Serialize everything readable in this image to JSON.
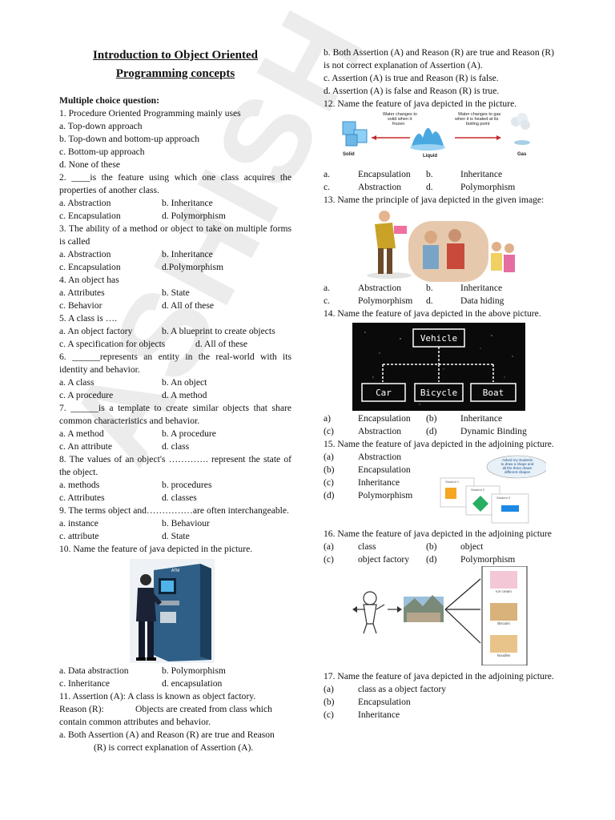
{
  "watermark": "ASHISH",
  "title": [
    "Introduction to Object Oriented",
    "Programming concepts"
  ],
  "section": "Multiple choice question:",
  "q1": {
    "text": "1. Procedure Oriented Programming mainly uses",
    "opts": [
      "a. Top-down approach",
      "b. Top-down and bottom-up approach",
      "c. Bottom-up approach",
      "d.  None of these"
    ]
  },
  "q2": {
    "text": "2. ____is the feature using which one class acquires the properties of another class.",
    "opts": [
      "a. Abstraction",
      "b. Inheritance",
      "c. Encapsulation",
      "d. Polymorphism"
    ]
  },
  "q3": {
    "text": "3. The ability of a method or object to take on multiple forms is called",
    "opts": [
      "a. Abstraction",
      "b. Inheritance",
      "c. Encapsulation",
      "d.Polymorphism"
    ]
  },
  "q4": {
    "text": "4. An object has",
    "opts": [
      "a. Attributes",
      "b.  State",
      "c. Behavior",
      "d. All of these"
    ]
  },
  "q5": {
    "text": "5. A class is ….",
    "opts": [
      "a. An object factory",
      "b.  A blueprint to create objects",
      "c. A specification for objects",
      "d. All of these"
    ]
  },
  "q6": {
    "text": "6. ______represents an entity in the real-world with its identity and behavior.",
    "opts": [
      "a. A class",
      "b. An object",
      "c. A procedure",
      "d. A method"
    ]
  },
  "q7": {
    "text": "7.         ______is a template to create similar objects that share common characteristics and behavior.",
    "opts": [
      "a. A method",
      "b.  A procedure",
      "c. An attribute",
      "d. class"
    ]
  },
  "q8": {
    "text": "8. The values of an object's …………. represent the state of the object.",
    "opts": [
      "a. methods",
      "b.  procedures",
      "c. Attributes",
      "d. classes"
    ]
  },
  "q9": {
    "text": "9. The terms object and……………are often interchangeable.",
    "opts": [
      "a. instance",
      "b.  Behaviour",
      "c. attribute",
      "d. State"
    ]
  },
  "q10": {
    "text": "10.  Name the feature of java depicted in the picture.",
    "atm_label": "ATM",
    "opts": [
      "a. Data abstraction",
      "b. Polymorphism",
      "c. Inheritance",
      "d. encapsulation"
    ]
  },
  "q11": {
    "assertion": "11. Assertion (A):  A class is known as object factory.",
    "reason_label": "Reason (R):",
    "reason_text": "Objects are created from class which",
    "reason_cont": "contain common attributes and behavior.",
    "opt_a": "a. Both Assertion (A) and Reason (R) are true and Reason",
    "opt_a_cont": "(R) is correct explanation of Assertion (A).",
    "opt_b": "b. Both Assertion (A) and Reason (R) are true and Reason (R) is not correct explanation of Assertion (A).",
    "opt_c": "c. Assertion (A) is true and Reason (R) is false.",
    "opt_d": "d. Assertion (A) is false and Reason (R) is true."
  },
  "q12": {
    "text": "12. Name the feature of java depicted in the picture.",
    "img": {
      "freeze": [
        "Water changes to",
        "solid when it",
        "frozen"
      ],
      "boil": [
        "Water changes to gas",
        "when it is heated at its",
        "boiling point"
      ],
      "solid": "Solid",
      "liquid": "Liquid",
      "gas": "Gas"
    },
    "opts": [
      [
        "a.",
        "Encapsulation",
        "b.",
        "Inheritance"
      ],
      [
        "c.",
        "Abstraction",
        "d.",
        "Polymorphism"
      ]
    ]
  },
  "q13": {
    "text": "13. Name the principle of java depicted in the given image:",
    "opts": [
      [
        "a.",
        "Abstraction",
        "b.",
        "Inheritance"
      ],
      [
        "c.",
        "Polymorphism",
        "d.",
        "Data hiding"
      ]
    ]
  },
  "q14": {
    "text": "14.  Name the feature of java depicted in the above picture.",
    "img": {
      "root": "Vehicle",
      "children": [
        "Car",
        "Bicycle",
        "Boat"
      ]
    },
    "opts": [
      [
        "a)",
        "Encapsulation",
        "(b)",
        "Inheritance"
      ],
      [
        "(c)",
        "Abstraction",
        "(d)",
        "Dynamic Binding"
      ]
    ]
  },
  "q15": {
    "text": "15.       Name the feature of java depicted in the adjoining picture.",
    "opts": [
      [
        "(a)",
        "Abstraction"
      ],
      [
        "(b)",
        "Encapsulation"
      ],
      [
        "(c)",
        "Inheritance"
      ],
      [
        "(d)",
        "Polymorphism"
      ]
    ],
    "img": {
      "bubble": [
        "Asked my students",
        "to draw a shape and",
        "all the three drawn",
        "different shapes"
      ],
      "cards": [
        "Student 1",
        "Student 2",
        "Student 3"
      ]
    }
  },
  "q16": {
    "text": "16. Name the feature of java depicted in the adjoining picture",
    "opts": [
      [
        "(a)",
        "class",
        "(b)",
        "object"
      ],
      [
        "(c)",
        "object factory",
        "(d)",
        "Polymorphism"
      ]
    ],
    "img": {
      "labels": [
        "Ice cream",
        "Biscuits",
        "Noodles"
      ]
    }
  },
  "q17": {
    "text": "17. Name the feature of java depicted in the adjoining picture.",
    "opts": [
      [
        "(a)",
        "class as a object factory"
      ],
      [
        "(b)",
        "Encapsulation"
      ],
      [
        "(c)",
        "Inheritance"
      ]
    ]
  },
  "colors": {
    "ink": "#111111",
    "accent_blue": "#1e88e5",
    "chart_bg": "#0a0a0a"
  }
}
